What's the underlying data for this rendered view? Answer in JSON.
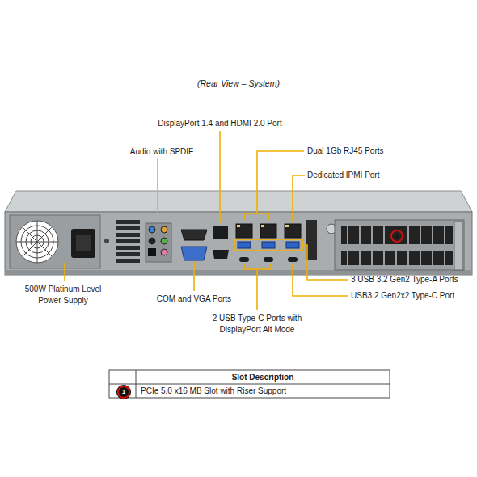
{
  "diagram": {
    "title": "(Rear View – System)",
    "labels": [
      "DisplayPort 1.4 and HDMI 2.0 Port",
      "Audio with SPDIF",
      "Dual 1Gb RJ45 Ports",
      "Dedicated IPMI Port",
      "500W Platinum Level Power Supply",
      "COM and VGA Ports",
      "2 USB Type-C Ports with DisplayPort Alt Mode",
      "3 USB 3.2 Gen2 Type-A Ports",
      "USB3.2 Gen2x2 Type-C Port",
      "1",
      "Slot Description",
      "1",
      "PCIe 5.0 x16 MB Slot with Riser Support"
    ]
  }
}
